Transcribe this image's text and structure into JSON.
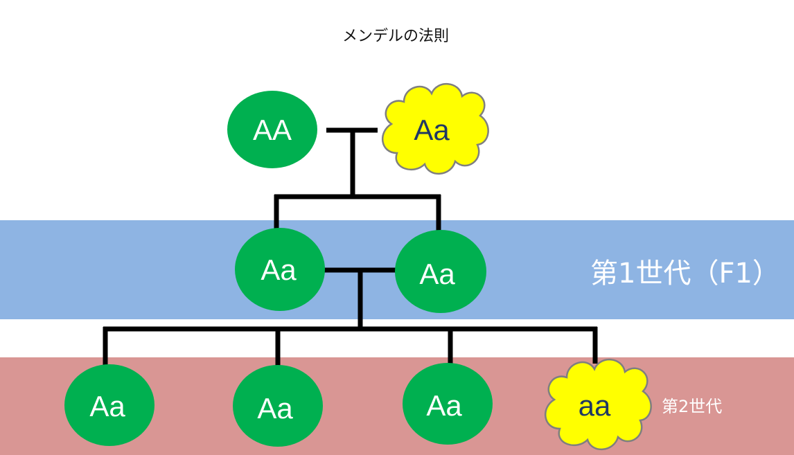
{
  "title": "メンデルの法則",
  "colors": {
    "dominant_fill": "#00b050",
    "recessive_fill": "#ffff00",
    "recessive_stroke": "#7f7f7f",
    "dominant_text": "#ffffff",
    "recessive_text": "#1f3864",
    "band_f1": "#8eb4e3",
    "band_f2": "#d99694",
    "line": "#000000"
  },
  "generations": {
    "parents": {
      "label": "",
      "nodes": [
        {
          "id": "p1",
          "genotype": "AA",
          "shape": "ellipse"
        },
        {
          "id": "p2",
          "genotype": "Aa",
          "shape": "cloud"
        }
      ]
    },
    "f1": {
      "label": "第1世代（F1）",
      "nodes": [
        {
          "id": "f1a",
          "genotype": "Aa",
          "shape": "ellipse"
        },
        {
          "id": "f1b",
          "genotype": "Aa",
          "shape": "ellipse"
        }
      ]
    },
    "f2": {
      "label": "第2世代",
      "nodes": [
        {
          "id": "f2a",
          "genotype": "Aa",
          "shape": "ellipse"
        },
        {
          "id": "f2b",
          "genotype": "Aa",
          "shape": "ellipse"
        },
        {
          "id": "f2c",
          "genotype": "Aa",
          "shape": "ellipse"
        },
        {
          "id": "f2d",
          "genotype": "aa",
          "shape": "cloud"
        }
      ]
    }
  }
}
